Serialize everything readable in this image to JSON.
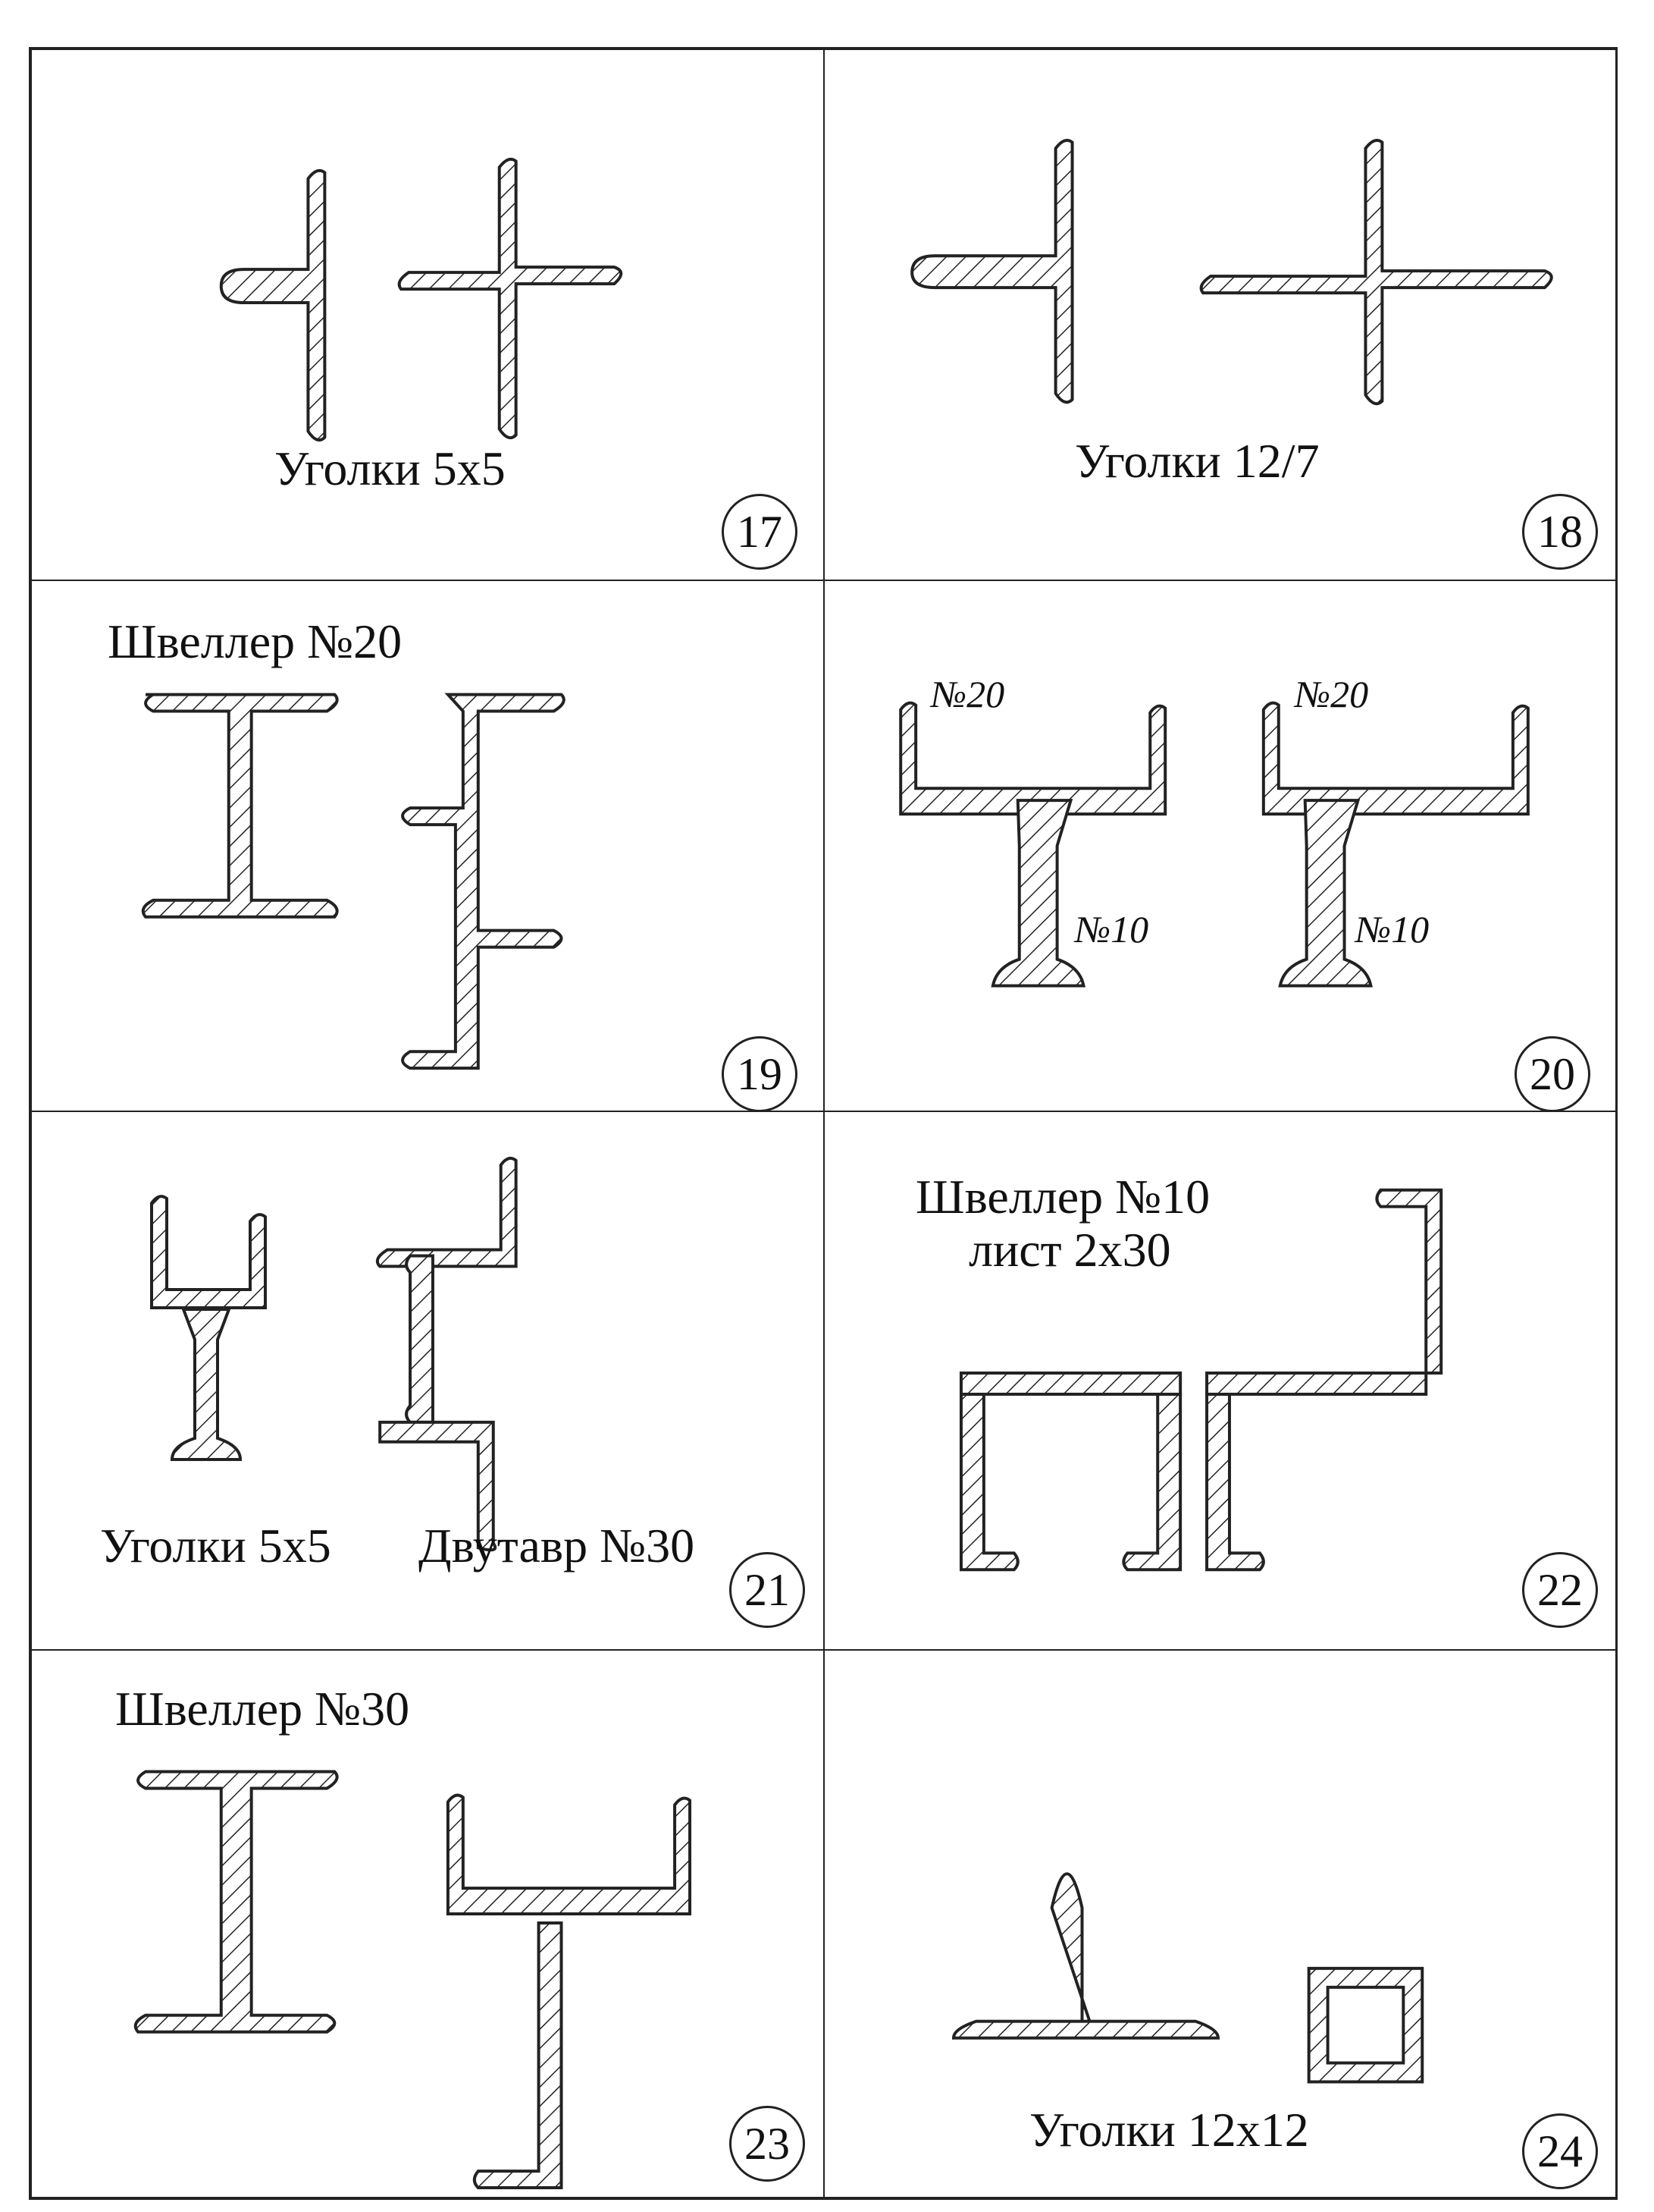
{
  "panels": [
    {
      "id": "17",
      "labels": [
        "Уголки 5х5"
      ]
    },
    {
      "id": "18",
      "labels": [
        "Уголки 12/7"
      ]
    },
    {
      "id": "19",
      "labels": [
        "Швеллер №20"
      ]
    },
    {
      "id": "20",
      "labels": [
        "№20",
        "№20",
        "№10",
        "№10"
      ]
    },
    {
      "id": "21",
      "labels": [
        "Уголки 5х5",
        "Двутавр №30"
      ]
    },
    {
      "id": "22",
      "labels": [
        "Швеллер №10",
        "лист 2х30"
      ]
    },
    {
      "id": "23",
      "labels": [
        "Швеллер №30"
      ]
    },
    {
      "id": "24",
      "labels": [
        "Уголки 12х12"
      ]
    }
  ]
}
